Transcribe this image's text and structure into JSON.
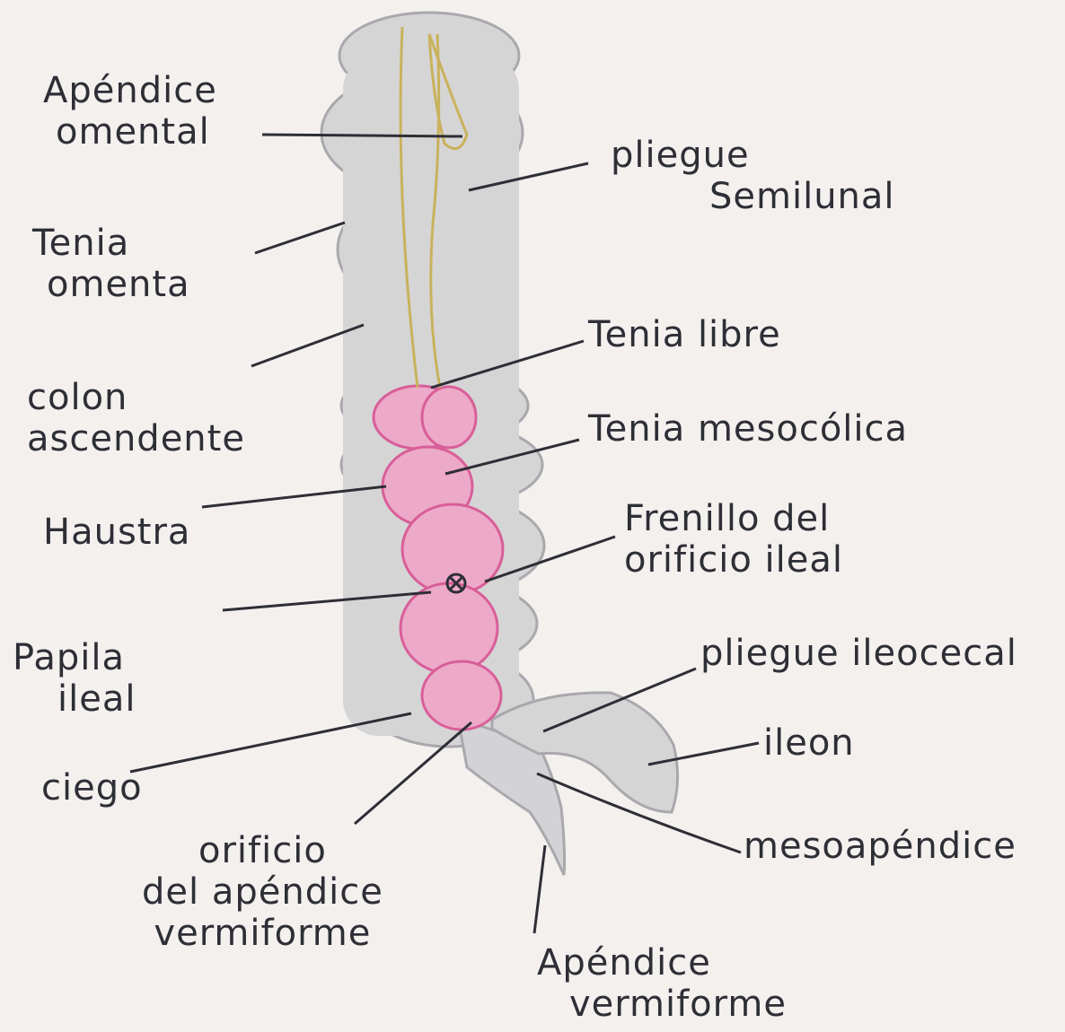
{
  "labels": {
    "apendice_omental": [
      "Apéndice",
      "omental"
    ],
    "tenia_omenta": [
      "Tenia",
      "omenta"
    ],
    "colon_ascendente": [
      "colon",
      "ascendente"
    ],
    "haustra": [
      "Haustra"
    ],
    "papila_ileal": [
      "Papila",
      "ileal"
    ],
    "ciego": [
      "ciego"
    ],
    "orificio_apendice": [
      "orificio",
      "del apéndice",
      "vermiforme"
    ],
    "apendice_vermiforme": [
      "Apéndice",
      "vermiforme"
    ],
    "pliegue_semilunal": [
      "pliegue",
      "Semilunal"
    ],
    "tenia_libre": [
      "Tenia libre"
    ],
    "tenia_mesocolica": [
      "Tenia mesocólica"
    ],
    "frenillo": [
      "Frenillo del",
      "orificio ileal"
    ],
    "pliegue_ileocecal": [
      "pliegue ileocecal"
    ],
    "ileon": [
      "ileon"
    ],
    "mesoapendice": [
      "mesoapéndice"
    ]
  },
  "colors": {
    "paper": "#f3f0ee",
    "colon_fill": "#d6d5d6",
    "colon_stroke": "#a9a8ad",
    "cecum_fill": "#eda9c8",
    "cecum_stroke": "#d85e98",
    "tenia": "#c9b25c",
    "ink": "#2e2e36"
  }
}
